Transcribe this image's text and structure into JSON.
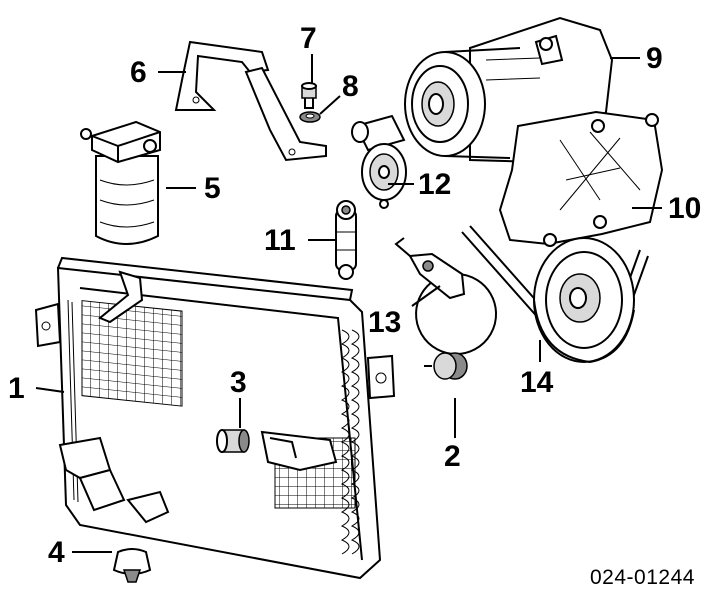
{
  "callouts": {
    "c1": "1",
    "c2": "2",
    "c3": "3",
    "c4": "4",
    "c5": "5",
    "c6": "6",
    "c7": "7",
    "c8": "8",
    "c9": "9",
    "c10": "10",
    "c11": "11",
    "c12": "12",
    "c13": "13",
    "c14": "14"
  },
  "drawing_number": "024-01244"
}
